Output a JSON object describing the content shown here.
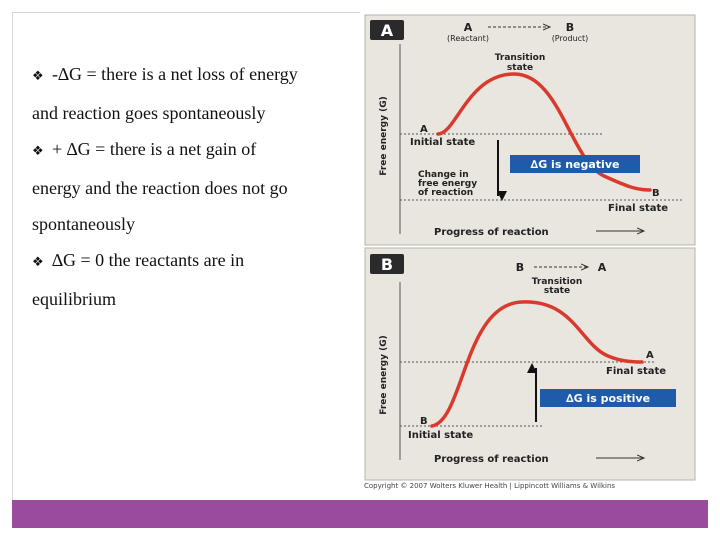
{
  "bullets": [
    {
      "line1": "-∆G = there is a net loss of energy",
      "line2": "and reaction goes spontaneously"
    },
    {
      "line1": "+ ∆G = there is a net gain of",
      "line2": "energy and the reaction does not go",
      "line3": "spontaneously"
    },
    {
      "line1": "∆G  = 0 the reactants are in",
      "line2": "equilibrium"
    }
  ],
  "panel_a": {
    "label": "A",
    "header_left": "A",
    "header_left_sub": "(Reactant)",
    "header_right": "B",
    "header_right_sub": "(Product)",
    "transition_line1": "Transition",
    "transition_line2": "state",
    "y_axis": "Free energy (G)",
    "start_letter": "A",
    "start_state": "Initial state",
    "delta_g": "∆G is negative",
    "change_line1": "Change in",
    "change_line2": "free energy",
    "change_line3": "of reaction",
    "end_letter": "B",
    "end_state": "Final state",
    "x_axis": "Progress of reaction"
  },
  "panel_b": {
    "label": "B",
    "header_left": "B",
    "header_right": "A",
    "transition_line1": "Transition",
    "transition_line2": "state",
    "y_axis": "Free energy (G)",
    "end_letter": "A",
    "end_state": "Final state",
    "delta_g": "∆G is positive",
    "start_letter": "B",
    "start_state": "Initial state",
    "x_axis": "Progress of reaction"
  },
  "copyright": "Copyright © 2007 Wolters Kluwer Health | Lippincott Williams & Wilkins",
  "colors": {
    "footer": "#9b4b9e",
    "curve": "#d93a2e",
    "delta_box": "#1f5ba8",
    "panel_bg": "#e9e6df",
    "label_bg": "#2a2a2a"
  }
}
